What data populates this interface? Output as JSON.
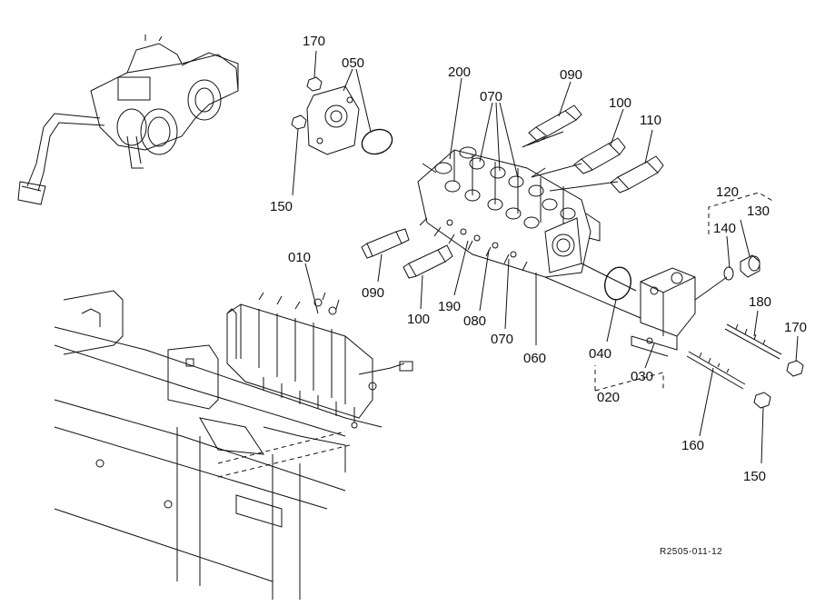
{
  "parts": {
    "p170_top": "170",
    "p050": "050",
    "p200": "200",
    "p070_top": "070",
    "p090_top": "090",
    "p100_top": "100",
    "p110": "110",
    "p120": "120",
    "p130": "130",
    "p140": "140",
    "p150_left": "150",
    "p010": "010",
    "p090_bottom": "090",
    "p100_bottom": "100",
    "p190": "190",
    "p080": "080",
    "p070_bottom": "070",
    "p060": "060",
    "p040": "040",
    "p030": "030",
    "p020": "020",
    "p180": "180",
    "p170_right": "170",
    "p160": "160",
    "p150_right": "150"
  },
  "reference_code": "R2505-011-12"
}
